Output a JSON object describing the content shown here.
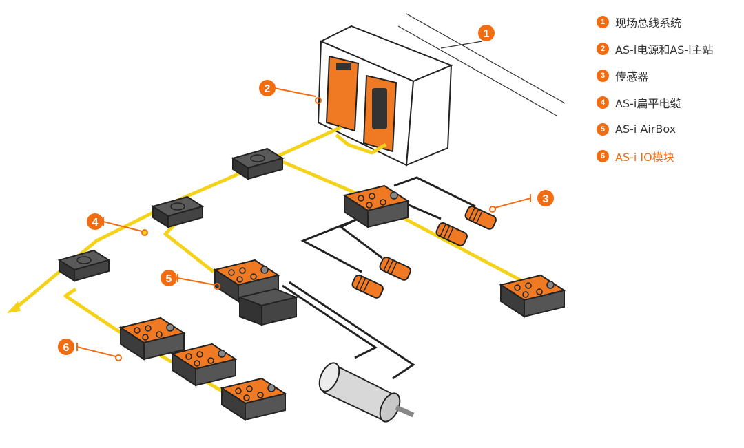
{
  "legend": {
    "items": [
      {
        "num": "1",
        "label": "现场总线系统"
      },
      {
        "num": "2",
        "label": "AS-i电源和AS-i主站"
      },
      {
        "num": "3",
        "label": "传感器"
      },
      {
        "num": "4",
        "label": "AS-i扁平电缆"
      },
      {
        "num": "5",
        "label": "AS-i AirBox"
      },
      {
        "num": "6",
        "label": "AS-i IO模块"
      }
    ],
    "active_index": 6
  },
  "callouts": [
    "1",
    "2",
    "3",
    "4",
    "5",
    "6"
  ],
  "colors": {
    "accent": "#f26c12",
    "cable_yellow": "#f5d21a",
    "module_orange": "#f07a24",
    "module_dark": "#4a4a4a",
    "text": "#333333"
  }
}
